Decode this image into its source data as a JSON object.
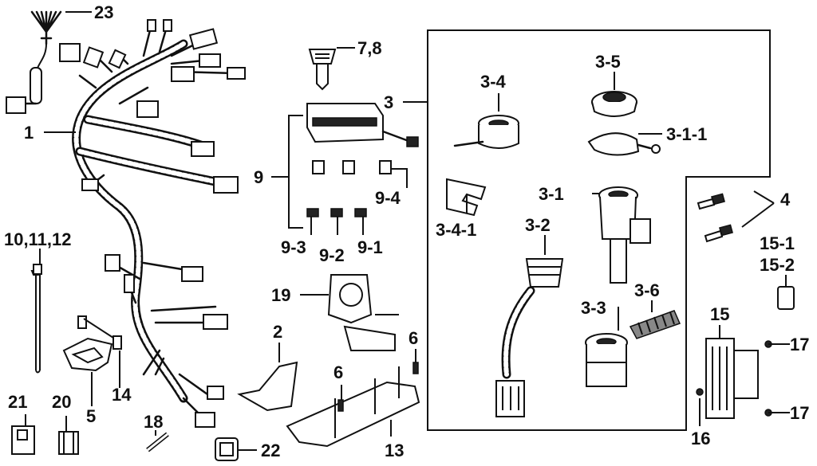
{
  "callouts": {
    "c1": "1",
    "c2": "2",
    "c3": "3",
    "c3_1": "3-1",
    "c3_1_1": "3-1-1",
    "c3_2": "3-2",
    "c3_3": "3-3",
    "c3_4": "3-4",
    "c3_4_1": "3-4-1",
    "c3_5": "3-5",
    "c3_6": "3-6",
    "c4": "4",
    "c5": "5",
    "c6a": "6",
    "c6b": "6",
    "c7_8": "7,8",
    "c9": "9",
    "c9_1": "9-1",
    "c9_2": "9-2",
    "c9_3": "9-3",
    "c9_4": "9-4",
    "c10_11_12": "10,11,12",
    "c13": "13",
    "c14": "14",
    "c15": "15",
    "c15_1": "15-1",
    "c15_2": "15-2",
    "c16": "16",
    "c17a": "17",
    "c17b": "17",
    "c18": "18",
    "c19": "19",
    "c20": "20",
    "c21": "21",
    "c22": "22",
    "c23": "23"
  }
}
